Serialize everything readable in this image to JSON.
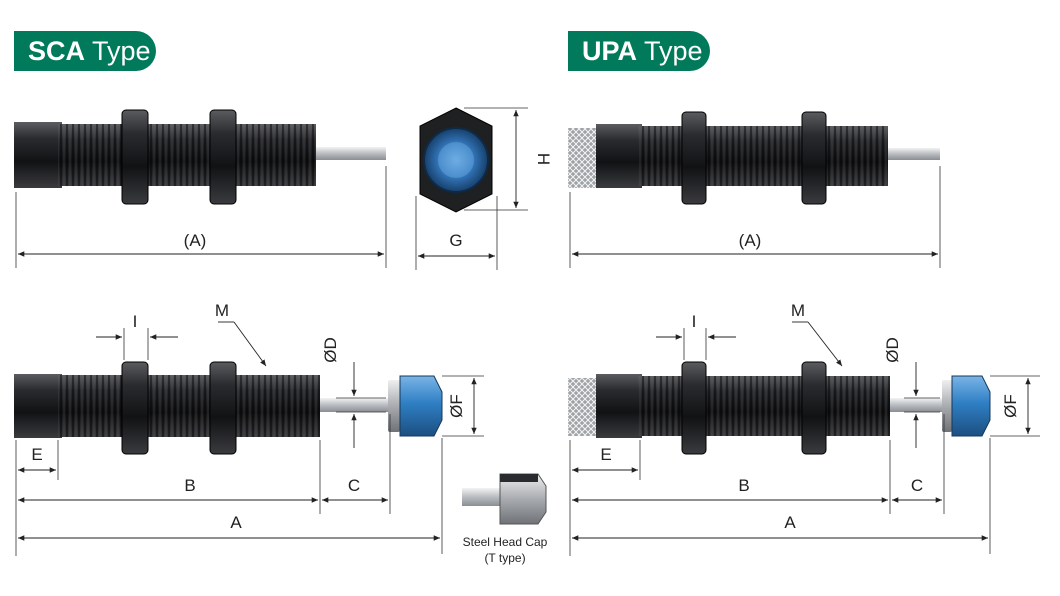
{
  "panels": {
    "sca": {
      "bold": "SCA",
      "rest": " Type"
    },
    "upa": {
      "bold": "UPA",
      "rest": " Type"
    }
  },
  "labels": {
    "A_paren": "(A)",
    "H": "H",
    "G": "G",
    "I": "I",
    "M": "M",
    "D": "ØD",
    "F": "ØF",
    "E": "E",
    "B": "B",
    "C": "C",
    "A": "A"
  },
  "cap_caption": {
    "line1": "Steel Head Cap",
    "line2": "(T type)"
  },
  "colors": {
    "brand": "#007a5a",
    "body": "#1d1e20",
    "blue": "#2f7fc4",
    "steel": "#c9ccd0"
  }
}
